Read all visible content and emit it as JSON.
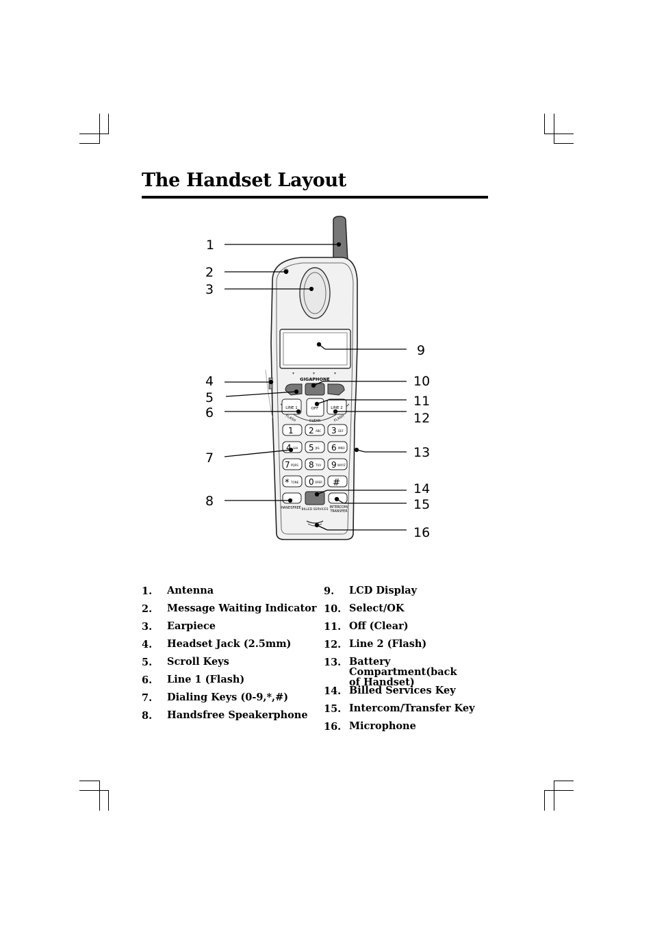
{
  "title": "The Handset Layout",
  "handset": {
    "brand": "GIGAPHONE",
    "key_line1": "LINE 1",
    "key_off": "OFF",
    "key_line2": "LINE 2",
    "label_flash_left": "FLASH",
    "label_clear": "CLEAR",
    "label_flash_right": "FLASH",
    "keys": [
      {
        "digit": "1",
        "letters": ""
      },
      {
        "digit": "2",
        "letters": "ABC"
      },
      {
        "digit": "3",
        "letters": "DEF"
      },
      {
        "digit": "4",
        "letters": "GHI"
      },
      {
        "digit": "5",
        "letters": "JKL"
      },
      {
        "digit": "6",
        "letters": "MNO"
      },
      {
        "digit": "7",
        "letters": "PQRS"
      },
      {
        "digit": "8",
        "letters": "TUV"
      },
      {
        "digit": "9",
        "letters": "WXYZ"
      },
      {
        "digit": "*",
        "letters": "TONE"
      },
      {
        "digit": "0",
        "letters": "OPER"
      },
      {
        "digit": "#",
        "letters": ""
      }
    ],
    "label_handsfree": "HANDSFREE",
    "label_billed": "BILLED SERVICES",
    "label_intercom": "INTERCOM/",
    "label_transfer": "TRANSFER"
  },
  "callouts": [
    "1",
    "2",
    "3",
    "4",
    "5",
    "6",
    "7",
    "8",
    "9",
    "10",
    "11",
    "12",
    "13",
    "14",
    "15",
    "16"
  ],
  "legend_left": [
    {
      "num": "1.",
      "label": "Antenna"
    },
    {
      "num": "2.",
      "label": "Message Waiting Indicator"
    },
    {
      "num": "3.",
      "label": "Earpiece"
    },
    {
      "num": "4.",
      "label": "Headset Jack (2.5mm)"
    },
    {
      "num": "5.",
      "label": "Scroll Keys"
    },
    {
      "num": "6.",
      "label": "Line 1 (Flash)"
    },
    {
      "num": "7.",
      "label": "Dialing Keys (0-9,*,#)"
    },
    {
      "num": "8.",
      "label": "Handsfree Speakerphone"
    }
  ],
  "legend_right": [
    {
      "num": "9.",
      "label": "LCD Display"
    },
    {
      "num": "10.",
      "label": "Select/OK"
    },
    {
      "num": "11.",
      "label": "Off (Clear)"
    },
    {
      "num": "12.",
      "label": "Line 2 (Flash)"
    },
    {
      "num": "13.",
      "label": "Battery Compartment(back",
      "label2": "of Handset)"
    },
    {
      "num": "14.",
      "label": "Billed Services Key"
    },
    {
      "num": "15.",
      "label": "Intercom/Transfer Key"
    },
    {
      "num": "16.",
      "label": "Microphone"
    }
  ]
}
